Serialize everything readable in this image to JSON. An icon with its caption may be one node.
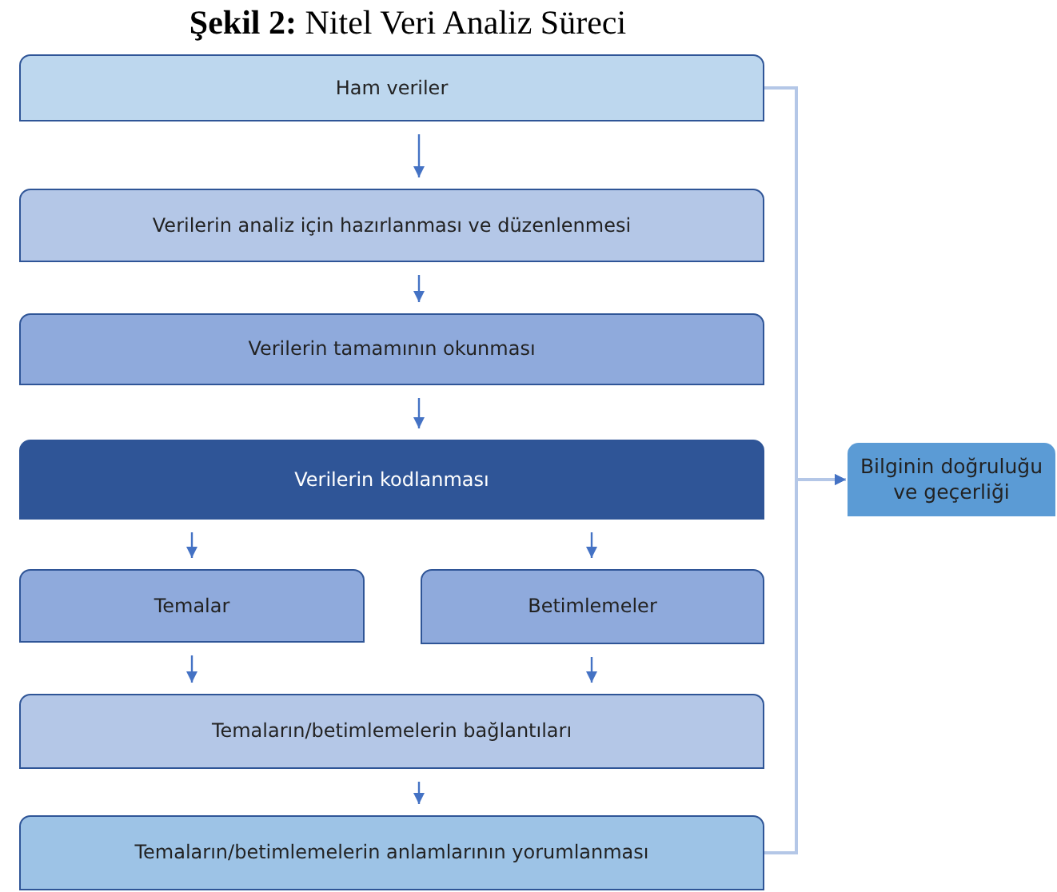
{
  "diagram": {
    "title": "**Şekil 2:** Nitel Veri Analiz Süreci",
    "nodes": [
      {
        "text": [
          "Ham veriler"
        ]
      },
      {
        "text": [
          "Verilerin analiz için hazırlanması ve düzenlenmesi"
        ]
      },
      {
        "text": [
          "Verilerin tamamının okunması"
        ]
      },
      {
        "text": [
          "Verilerin kodlanması"
        ]
      },
      {
        "text": [
          "Temalar"
        ]
      },
      {
        "text": [
          "Betimlemeler"
        ]
      },
      {
        "text": [
          "Temaların/betimlemelerin bağlantıları"
        ]
      },
      {
        "text": [
          "Temaların/betimlemelerin anlamlarının yorumlanması"
        ]
      },
      {
        "text": [
          "Bilginin doğruluğu ve geçerliği"
        ]
      }
    ],
    "edges": [
      {
        "from": 0,
        "to": 1,
        "arrow": "to"
      },
      {
        "from": 1,
        "to": 2,
        "arrow": "to"
      },
      {
        "from": 2,
        "to": 3,
        "arrow": "to"
      },
      {
        "from": 3,
        "to": 4,
        "arrow": "to"
      },
      {
        "from": 3,
        "to": 5,
        "arrow": "to"
      },
      {
        "from": 4,
        "to": 6,
        "arrow": "to"
      },
      {
        "from": 5,
        "to": 6,
        "arrow": "to"
      },
      {
        "from": 6,
        "to": 7,
        "arrow": "to"
      },
      {
        "from": 0,
        "to": 8,
        "arrow": "to",
        "color": "#b4c7e7"
      },
      {
        "from": 7,
        "to": 8,
        "arrow": "to",
        "color": "#b4c7e7"
      }
    ]
  }
}
